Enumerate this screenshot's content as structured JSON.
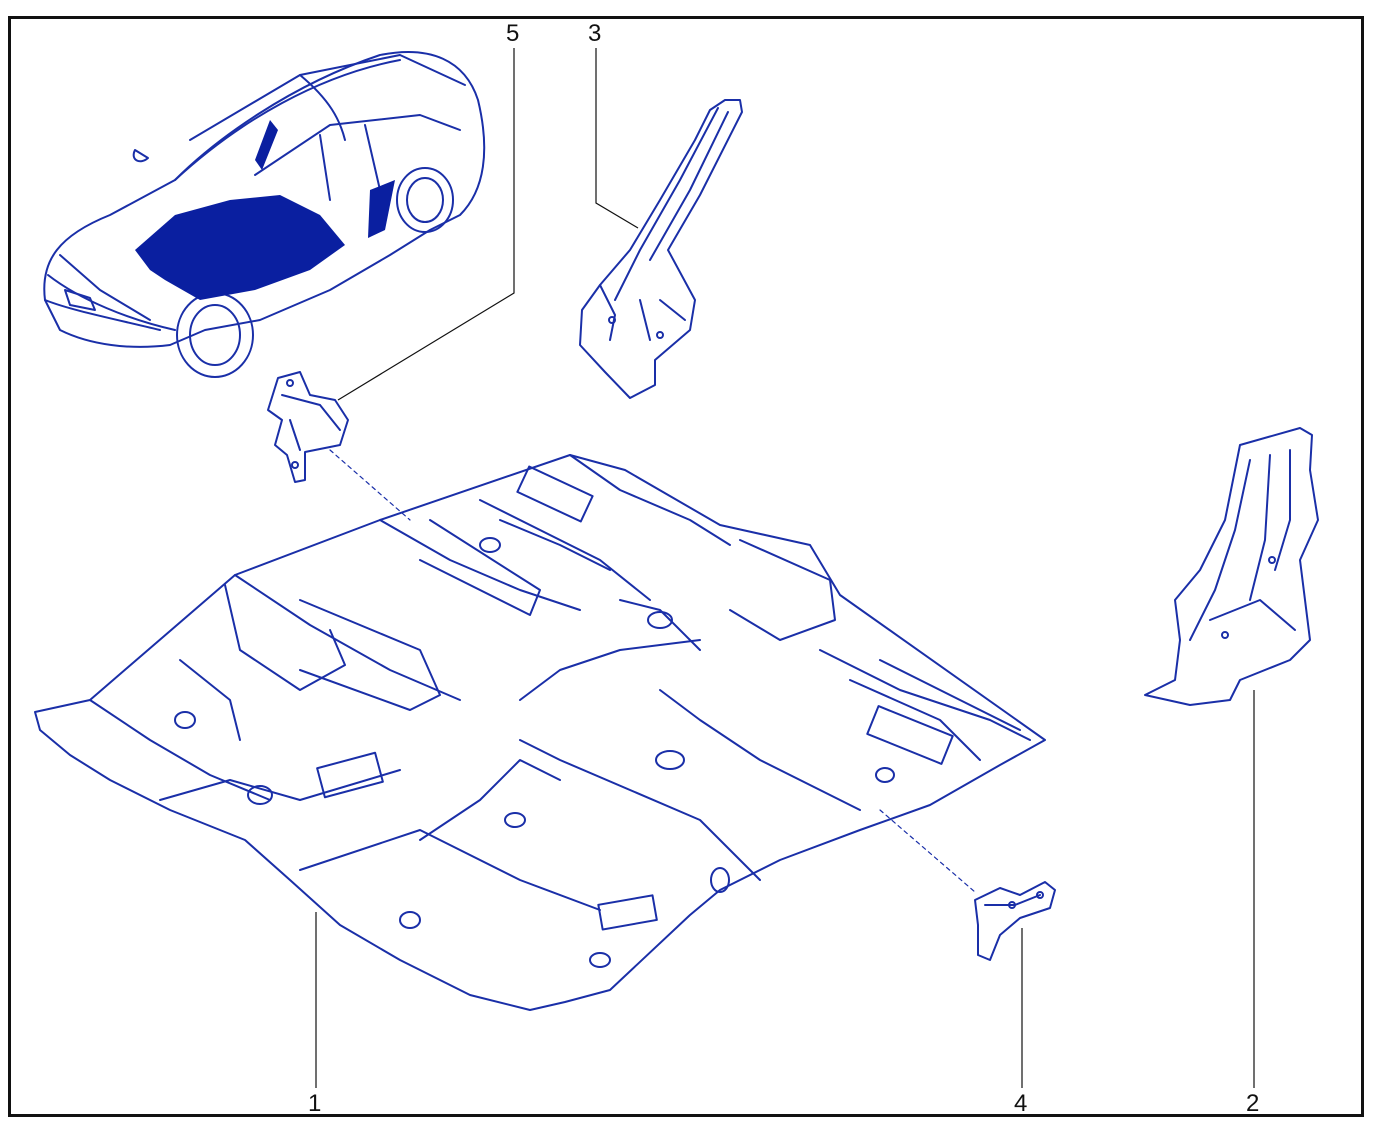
{
  "colors": {
    "line": "#1a2fa8",
    "fill": "#0a1fa0",
    "text": "#111111",
    "frame": "#111111"
  },
  "callouts": [
    {
      "id": "floor-panel",
      "number": "1"
    },
    {
      "id": "right-pillar-reinforcement",
      "number": "2"
    },
    {
      "id": "left-pillar-reinforcement",
      "number": "3"
    },
    {
      "id": "rear-bracket",
      "number": "4"
    },
    {
      "id": "front-bracket",
      "number": "5"
    }
  ]
}
